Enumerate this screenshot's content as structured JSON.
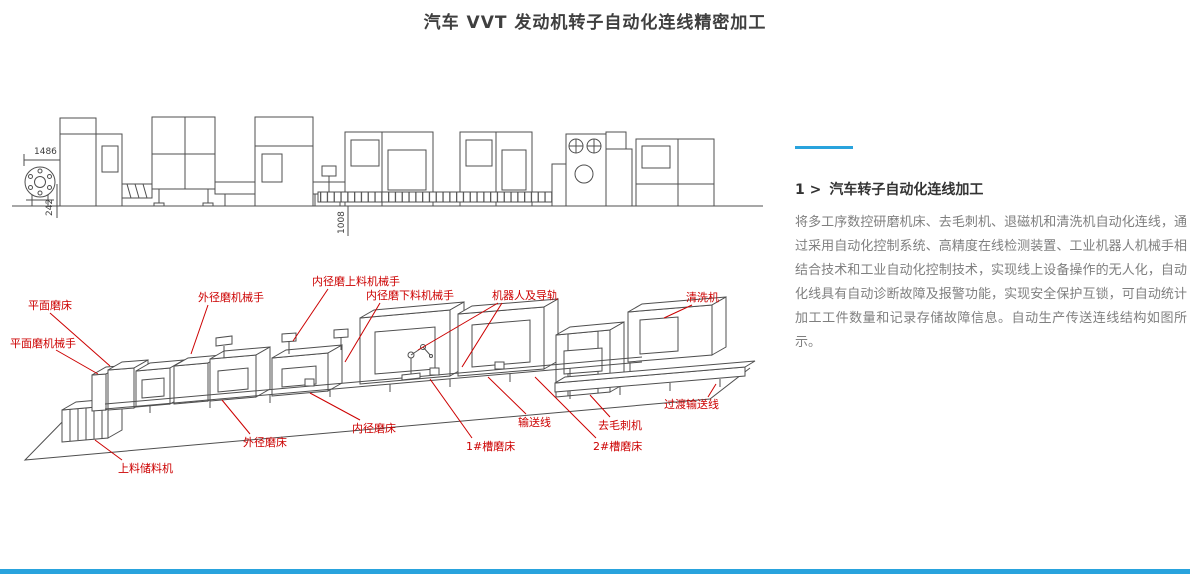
{
  "page": {
    "title": "汽车 VVT 发动机转子自动化连线精密加工"
  },
  "article": {
    "index": "1 >",
    "heading": "汽车转子自动化连线加工",
    "body": "将多工序数控研磨机床、去毛刺机、退磁机和清洗机自动化连线，通过采用自动化控制系统、高精度在线检测装置、工业机器人机械手相结合技术和工业自动化控制技术，实现线上设备操作的无人化，自动化线具有自动诊断故障及报警功能，实现安全保护互锁，可自动统计加工工件数量和记录存储故障信息。自动生产传送连线结构如图所示。"
  },
  "diagram": {
    "dims": {
      "width": "1486",
      "height": "242",
      "rail": "1008"
    },
    "labels": {
      "surface_grinder": "平面磨床",
      "surface_grinder_arm": "平面磨机械手",
      "od_grinder_arm": "外径磨机械手",
      "id_loading_arm": "内径磨上料机械手",
      "id_unloading_arm": "内径磨下料机械手",
      "robot_rail": "机器人及导轨",
      "washer": "清洗机",
      "transfer_conveyor": "过渡输送线",
      "deburring": "去毛刺机",
      "slot_grinder_2": "2#槽磨床",
      "conveyor": "输送线",
      "slot_grinder_1": "1#槽磨床",
      "id_grinder": "内径磨床",
      "od_grinder": "外径磨床",
      "loading_storage": "上料储料机"
    }
  },
  "colors": {
    "accent_blue": "#29a3dd",
    "label_red": "#cc0000",
    "ink_gray": "#4f4f4f"
  }
}
